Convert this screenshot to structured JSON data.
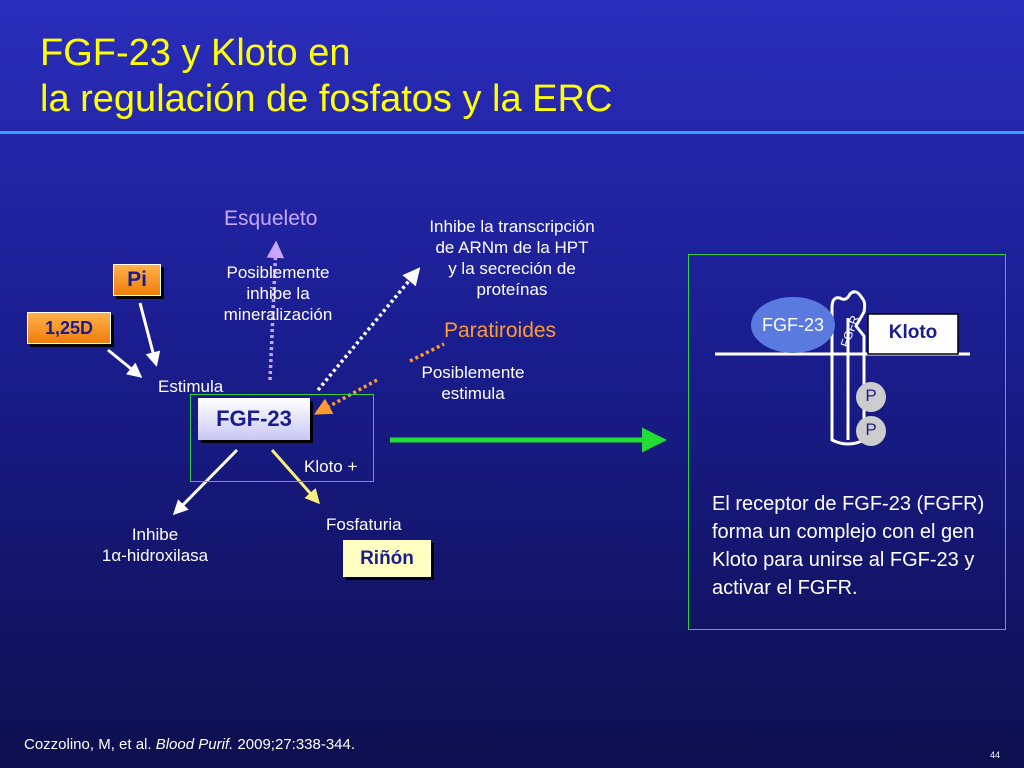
{
  "title": {
    "line1": "FGF-23 y Kloto en",
    "line2": "la regulación de fosfatos y la ERC"
  },
  "diagram": {
    "pi": "Pi",
    "vitd": "1,25D",
    "estimula": "Estimula",
    "fgf23": "FGF-23",
    "kloto_plus": "Kloto +",
    "esqueleto": "Esqueleto",
    "posib_inhibe": [
      "Posiblemente",
      "inhibe la",
      "mineralización"
    ],
    "inhibe_hpt": [
      "Inhibe la transcripción",
      "de ARNm de la HPT",
      "y la secreción de",
      "proteínas"
    ],
    "paratiroides": "Paratiroides",
    "posib_estimula": [
      "Posiblemente",
      "estimula"
    ],
    "inhibe_hidrox": [
      "Inhibe",
      "1α-hidroxilasa"
    ],
    "fosfaturia": "Fosfaturia",
    "rinon": "Riñón"
  },
  "receptor": {
    "fgf23_label": "FGF-23",
    "fgfr_label": "FGFR",
    "kloto_label": "Kloto",
    "p1": "P",
    "p2": "P",
    "description": "El receptor de FGF-23 (FGFR) forma un complejo con el gen Kloto para unirse al FGF-23 y activar el FGFR."
  },
  "footer": {
    "citation_authors": "Cozzolino, M, et al. ",
    "citation_journal": "Blood Purif.",
    "citation_rest": " 2009;27:338-344.",
    "slide_number": "44"
  },
  "colors": {
    "title": "#ffff00",
    "accent_orange": "#f07d0b",
    "frame_green": "#2fcf3f",
    "arrow_green": "#22dd33",
    "lilac": "#c9a6ff"
  }
}
